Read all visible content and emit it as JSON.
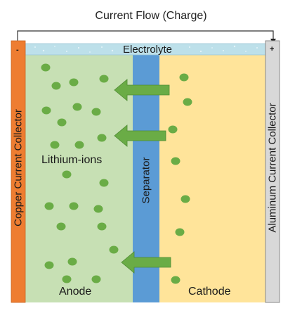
{
  "title": "Current Flow (Charge)",
  "labels": {
    "electrolyte": "Electrolyte",
    "copper_collector": "Copper Current Collector",
    "aluminum_collector": "Aluminum Current Collector",
    "separator": "Separator",
    "lithium_ions": "Lithium-ions",
    "anode": "Anode",
    "cathode": "Cathode",
    "negative_terminal": "-",
    "positive_terminal": "+"
  },
  "colors": {
    "copper": "#ee7d31",
    "anode": "#c7e0b4",
    "separator": "#5b9bd5",
    "cathode": "#ffe49a",
    "aluminum": "#d8d8d8",
    "electrolyte": "#bde0ea",
    "ion": "#6aac46",
    "arrow": "#6aac46"
  }
}
